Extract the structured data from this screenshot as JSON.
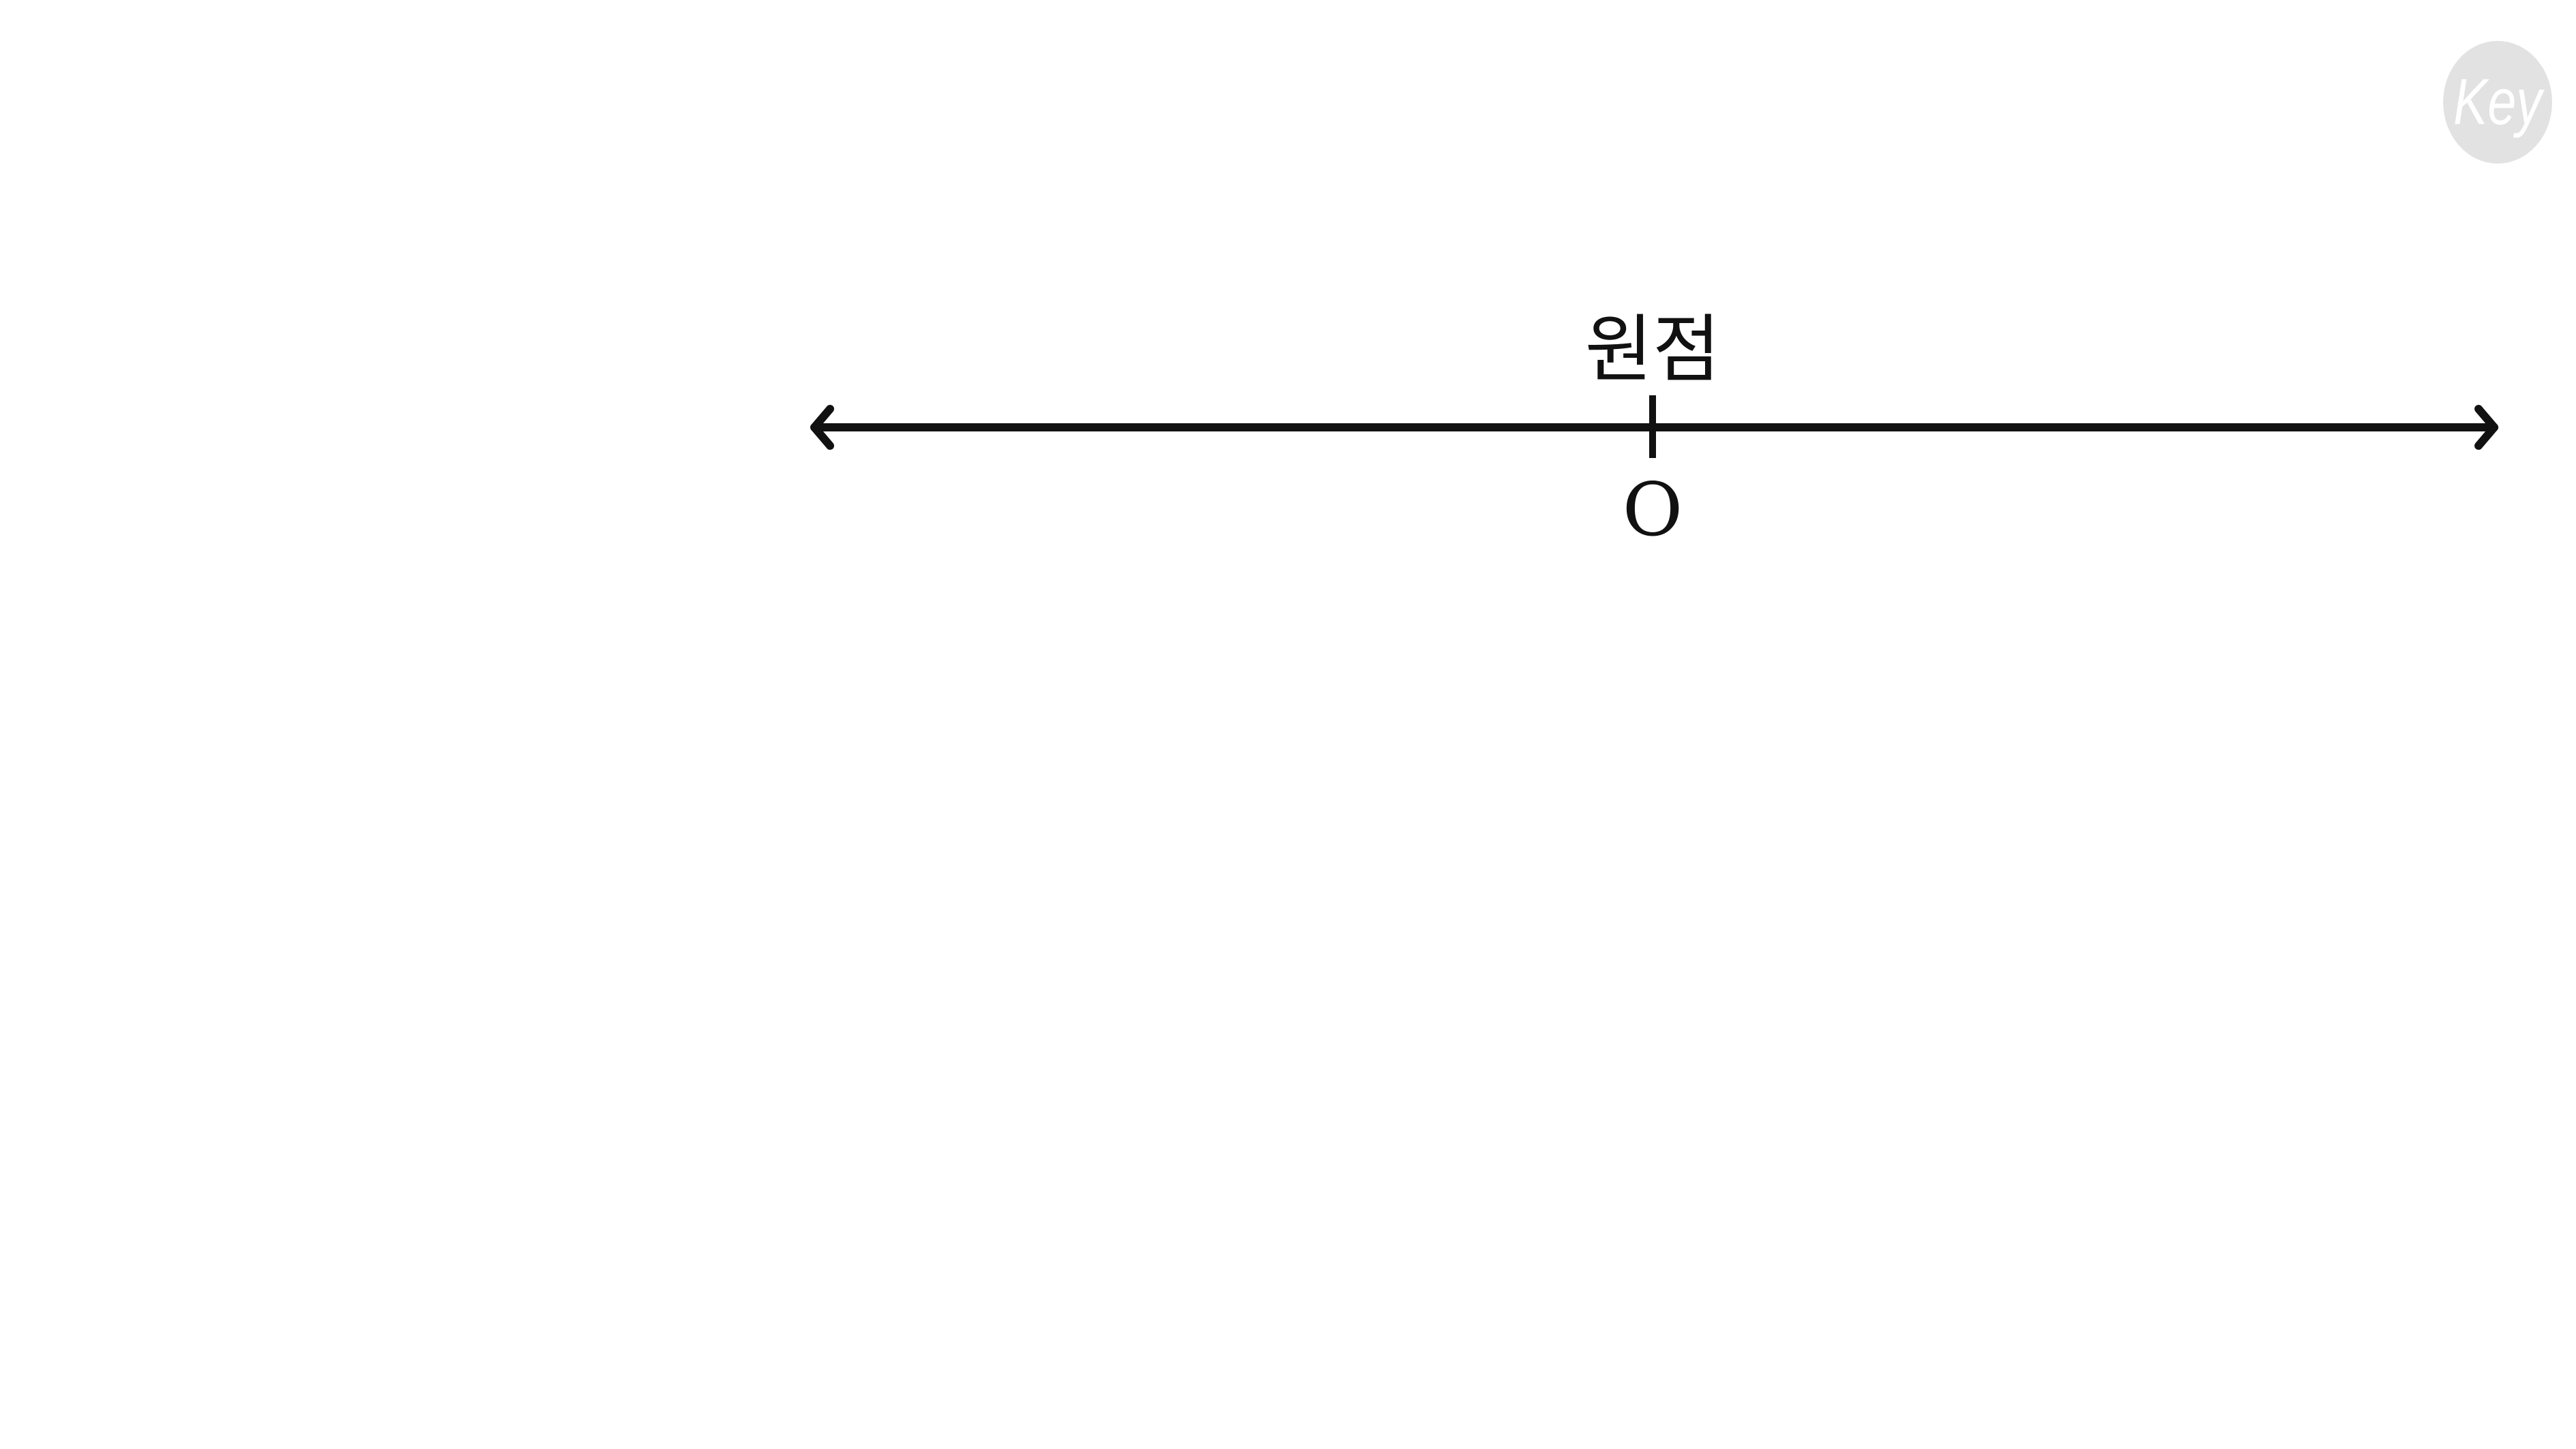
{
  "diagram": {
    "origin_word": "원점",
    "origin_letter": "O"
  },
  "logo": {
    "text": "Key"
  },
  "colors": {
    "background": "#ffffff",
    "line": "#111111",
    "logo_fill": "#e2e2e2"
  }
}
